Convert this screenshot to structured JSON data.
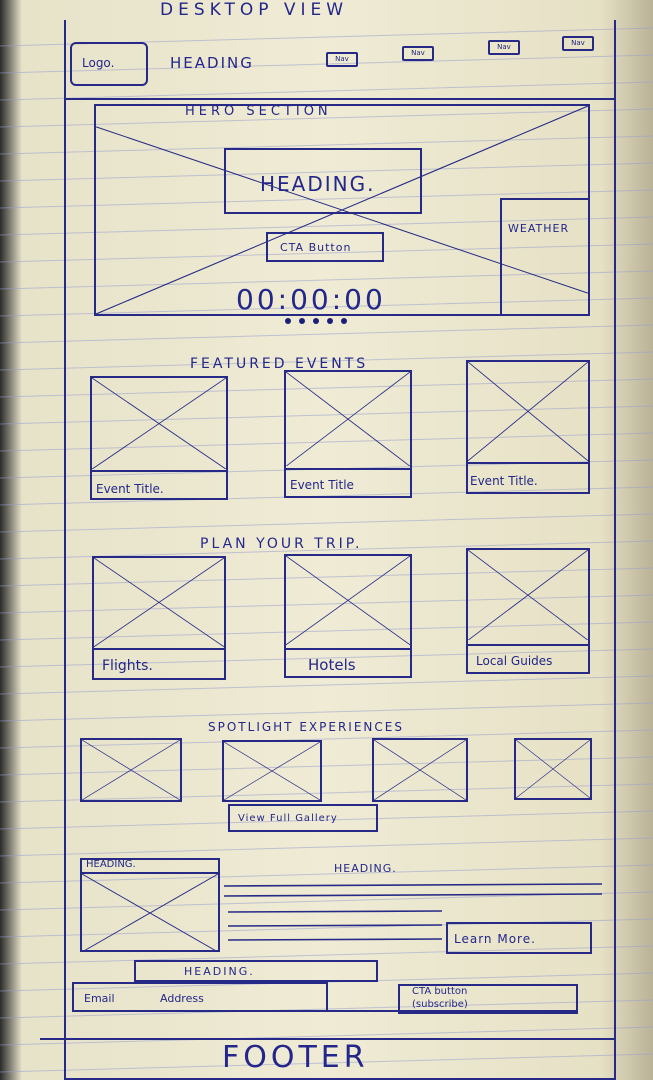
{
  "page_title": "DESKTOP VIEW",
  "header": {
    "logo": "Logo.",
    "heading": "HEADING",
    "nav": [
      "Nav",
      "Nav",
      "Nav",
      "Nav"
    ]
  },
  "hero": {
    "section_title": "HERO SECTION",
    "heading": "HEADING.",
    "cta": "CTA Button",
    "weather": "WEATHER",
    "countdown": "00:00:00"
  },
  "featured": {
    "title": "FEATURED EVENTS",
    "items": [
      "Event Title.",
      "Event Title",
      "Event Title."
    ]
  },
  "plan": {
    "title": "PLAN YOUR TRIP.",
    "items": [
      "Flights.",
      "Hotels",
      "Local Guides"
    ]
  },
  "spotlight": {
    "title": "SPOTLIGHT EXPERIENCES",
    "gallery_button": "View Full Gallery"
  },
  "feature": {
    "image_heading": "HEADING.",
    "heading": "HEADING.",
    "learn_more": "Learn More."
  },
  "newsletter": {
    "heading": "HEADING.",
    "email_placeholder": "Email Address",
    "cta_line1": "CTA button",
    "cta_line2": "(subscribe)"
  },
  "footer": {
    "label": "FOOTER"
  }
}
